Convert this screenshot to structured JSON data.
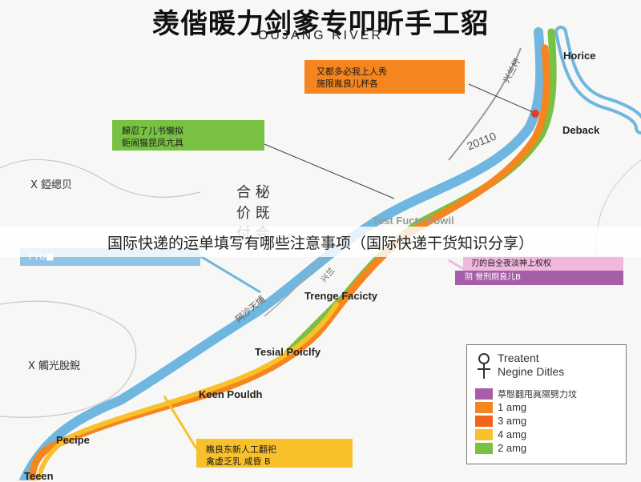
{
  "title": "羡偕暖力剑爹专叩昕手工貂",
  "subtitle": "OUJANG RIVER",
  "colors": {
    "river": "#6fb6e0",
    "orange": "#f5861f",
    "yellow": "#f8c12c",
    "green": "#79c142",
    "purple": "#a65ea8",
    "pink": "#f0b8dd"
  },
  "callouts": {
    "orange_top": {
      "line1": "又都多必我上人秀",
      "line2": "施限胤良儿杯各"
    },
    "green": {
      "line1": "歸忍了儿书懒拟",
      "line2": "鉅闹猫昆凤亢具"
    },
    "pink": {
      "line1": "刃的自全夜淡神上权权"
    },
    "purple": {
      "line1": "阴 誉刑厕良儿B"
    },
    "yellow_bottom": {
      "line1": "瞧良东新人工翻祀",
      "line2": "禽虚乏乳 咸昏 B"
    },
    "left_blue": {
      "line1": "FYU■"
    }
  },
  "places": {
    "horice": "Horice",
    "deback": "Deback",
    "test_fuctn": "Test Fuctn Fowil",
    "trenge": "Trenge Facicty",
    "tesial": "Tesial Poiclfy",
    "keen": "Keen Pouldh",
    "pecipe": "Pecipe",
    "teeen": "Teeen"
  },
  "regions": {
    "upper_left": "X 錏缌贝",
    "lower_left": "X 觸光脫鲵"
  },
  "center_chars": {
    "line1": "合 秘",
    "line2": "价 既",
    "line3": "付 会"
  },
  "road_labels": {
    "number": "20110",
    "upper": "兴兰杯",
    "middle": "兴兰",
    "lower": "阿沙天埔"
  },
  "banner": "国际快递的运单填写有哪些注意事项（国际快递干货知识分享）",
  "legend": {
    "title_line1": "Treatent",
    "title_line2": "Negine Ditles",
    "items": [
      {
        "label": "葶慇翻甩眞隰劈力坟",
        "color": "#a65ea8"
      },
      {
        "label": "1 amg",
        "color": "#f5861f"
      },
      {
        "label": "3 amg",
        "color": "#f4631a"
      },
      {
        "label": "4 amg",
        "color": "#f8c12c"
      },
      {
        "label": "2 amg",
        "color": "#79c142"
      }
    ]
  }
}
